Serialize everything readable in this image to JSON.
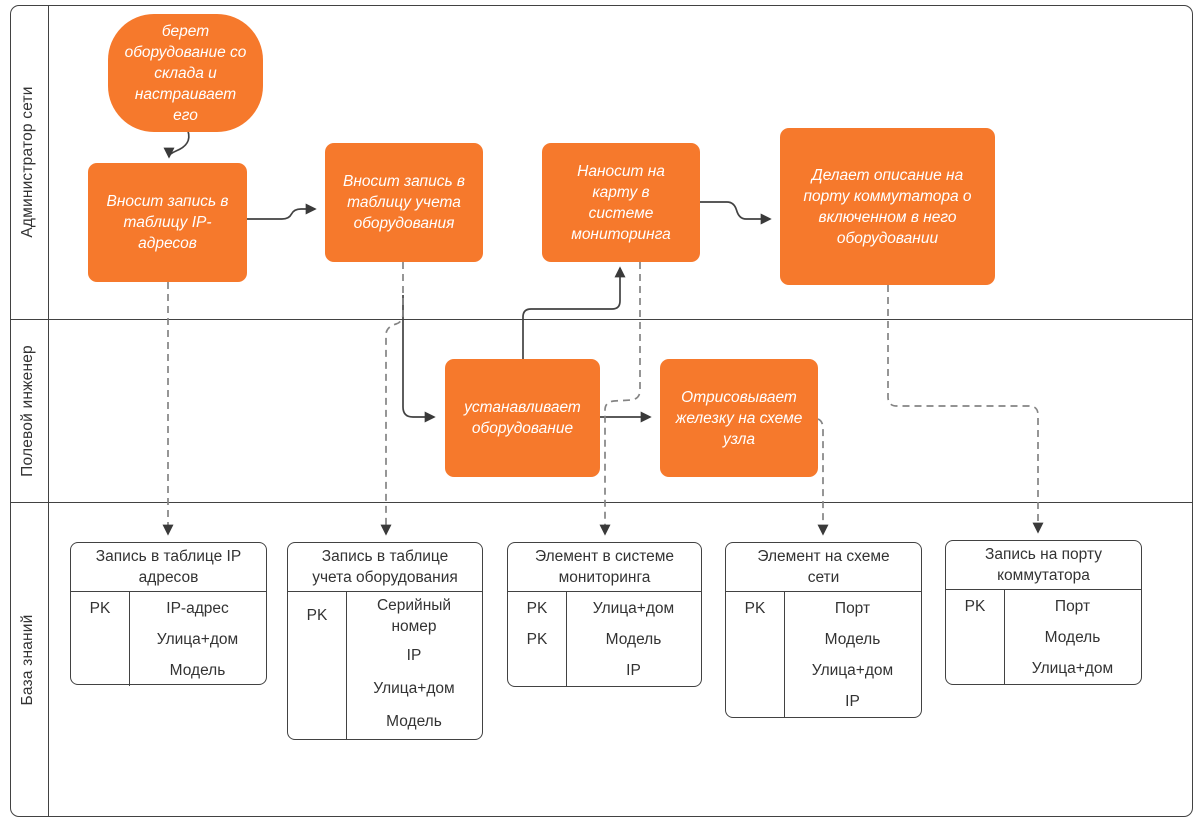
{
  "colors": {
    "accent_orange": "#F6792C",
    "connector_solid": "#424242",
    "connector_dashed": "#848484",
    "border_dark": "#424242",
    "text_dark": "#333333",
    "text_light": "#FFFFFF"
  },
  "lanes": [
    {
      "label": "Администратор сети"
    },
    {
      "label": "Полевой инженер"
    },
    {
      "label": "База знаний"
    }
  ],
  "nodes": {
    "start": {
      "label": "берет оборудование со склада и настраивает его"
    },
    "add_ip_record": {
      "label": "Вносит запись в таблицу IP-адресов"
    },
    "add_inventory_record": {
      "label": "Вносит запись в таблицу учета оборудования"
    },
    "add_to_monitoring_map": {
      "label": "Наносит на карту в системе мониторинга"
    },
    "describe_switch_port": {
      "label": "Делает описание на порту коммутатора о включенном в него оборудовании"
    },
    "install_equipment": {
      "label": "устанавливает оборудование"
    },
    "draw_on_node_scheme": {
      "label": "Отрисовывает железку на схеме узла"
    }
  },
  "kb_tables": [
    {
      "title": "Запись в таблице IP адресов",
      "rows": [
        {
          "key": "PK",
          "name": "IP-адрес"
        },
        {
          "key": "",
          "name": "Улица+дом"
        },
        {
          "key": "",
          "name": "Модель"
        }
      ]
    },
    {
      "title": "Запись в таблице учета оборудования",
      "rows": [
        {
          "key": "PK",
          "name": "Серийный номер"
        },
        {
          "key": "",
          "name": "IP"
        },
        {
          "key": "",
          "name": "Улица+дом"
        },
        {
          "key": "",
          "name": "Модель"
        }
      ]
    },
    {
      "title": "Элемент в системе мониторинга",
      "rows": [
        {
          "key": "PK",
          "name": "Улица+дом"
        },
        {
          "key": "PK",
          "name": "Модель"
        },
        {
          "key": "",
          "name": "IP"
        }
      ]
    },
    {
      "title": "Элемент на схеме сети",
      "rows": [
        {
          "key": "PK",
          "name": "Порт"
        },
        {
          "key": "",
          "name": "Модель"
        },
        {
          "key": "",
          "name": "Улица+дом"
        },
        {
          "key": "",
          "name": "IP"
        }
      ]
    },
    {
      "title": "Запись на порту коммутатора",
      "rows": [
        {
          "key": "PK",
          "name": "Порт"
        },
        {
          "key": "",
          "name": "Модель"
        },
        {
          "key": "",
          "name": "Улица+дом"
        }
      ]
    }
  ]
}
